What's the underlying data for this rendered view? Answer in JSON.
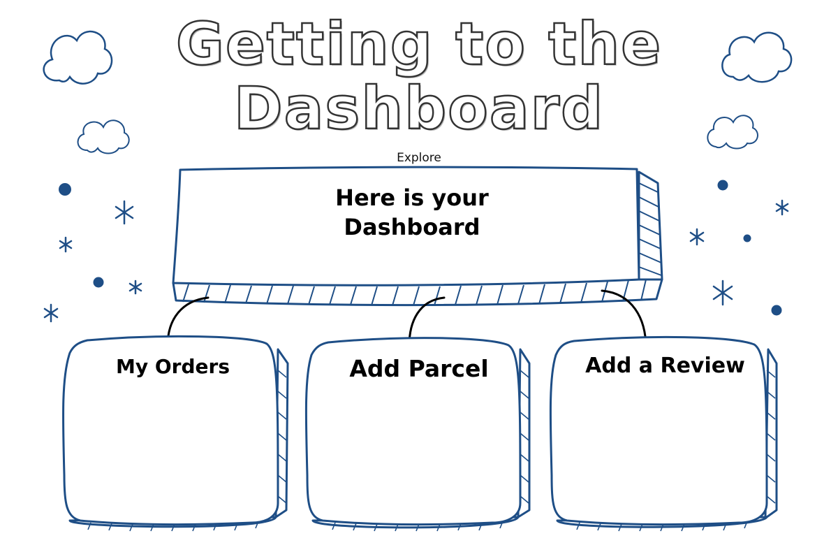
{
  "title": {
    "line1": "Getting to the",
    "line2": "Dashboard"
  },
  "diagram": {
    "explore_label": "Explore",
    "main_box": {
      "line1": "Here is your",
      "line2": "Dashboard"
    },
    "cards": [
      {
        "label": "My Orders"
      },
      {
        "label": "Add Parcel"
      },
      {
        "label": "Add a Review"
      }
    ]
  },
  "colors": {
    "outline": "#1e4e86",
    "text": "#000000",
    "arrow": "#000000",
    "background": "#ffffff"
  },
  "decorations": {
    "icons": [
      "cloud-icon",
      "star-icon",
      "dot-icon",
      "arrow-icon"
    ]
  }
}
